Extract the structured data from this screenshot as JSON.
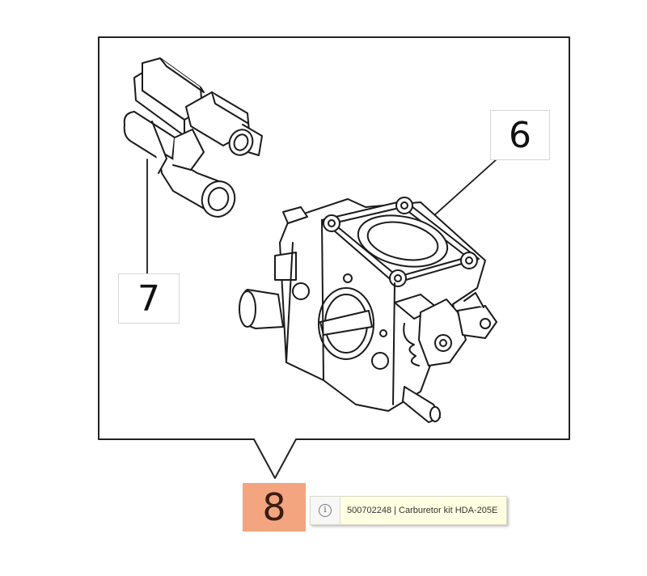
{
  "callouts": {
    "part_6": "6",
    "part_7": "7",
    "kit": "8"
  },
  "tooltip": {
    "icon": "info-icon",
    "text": "500702248 | Carburetor kit HDA-205E"
  },
  "colors": {
    "kit_highlight": "#f2a57f",
    "tooltip_bg": "#ffffe1"
  }
}
